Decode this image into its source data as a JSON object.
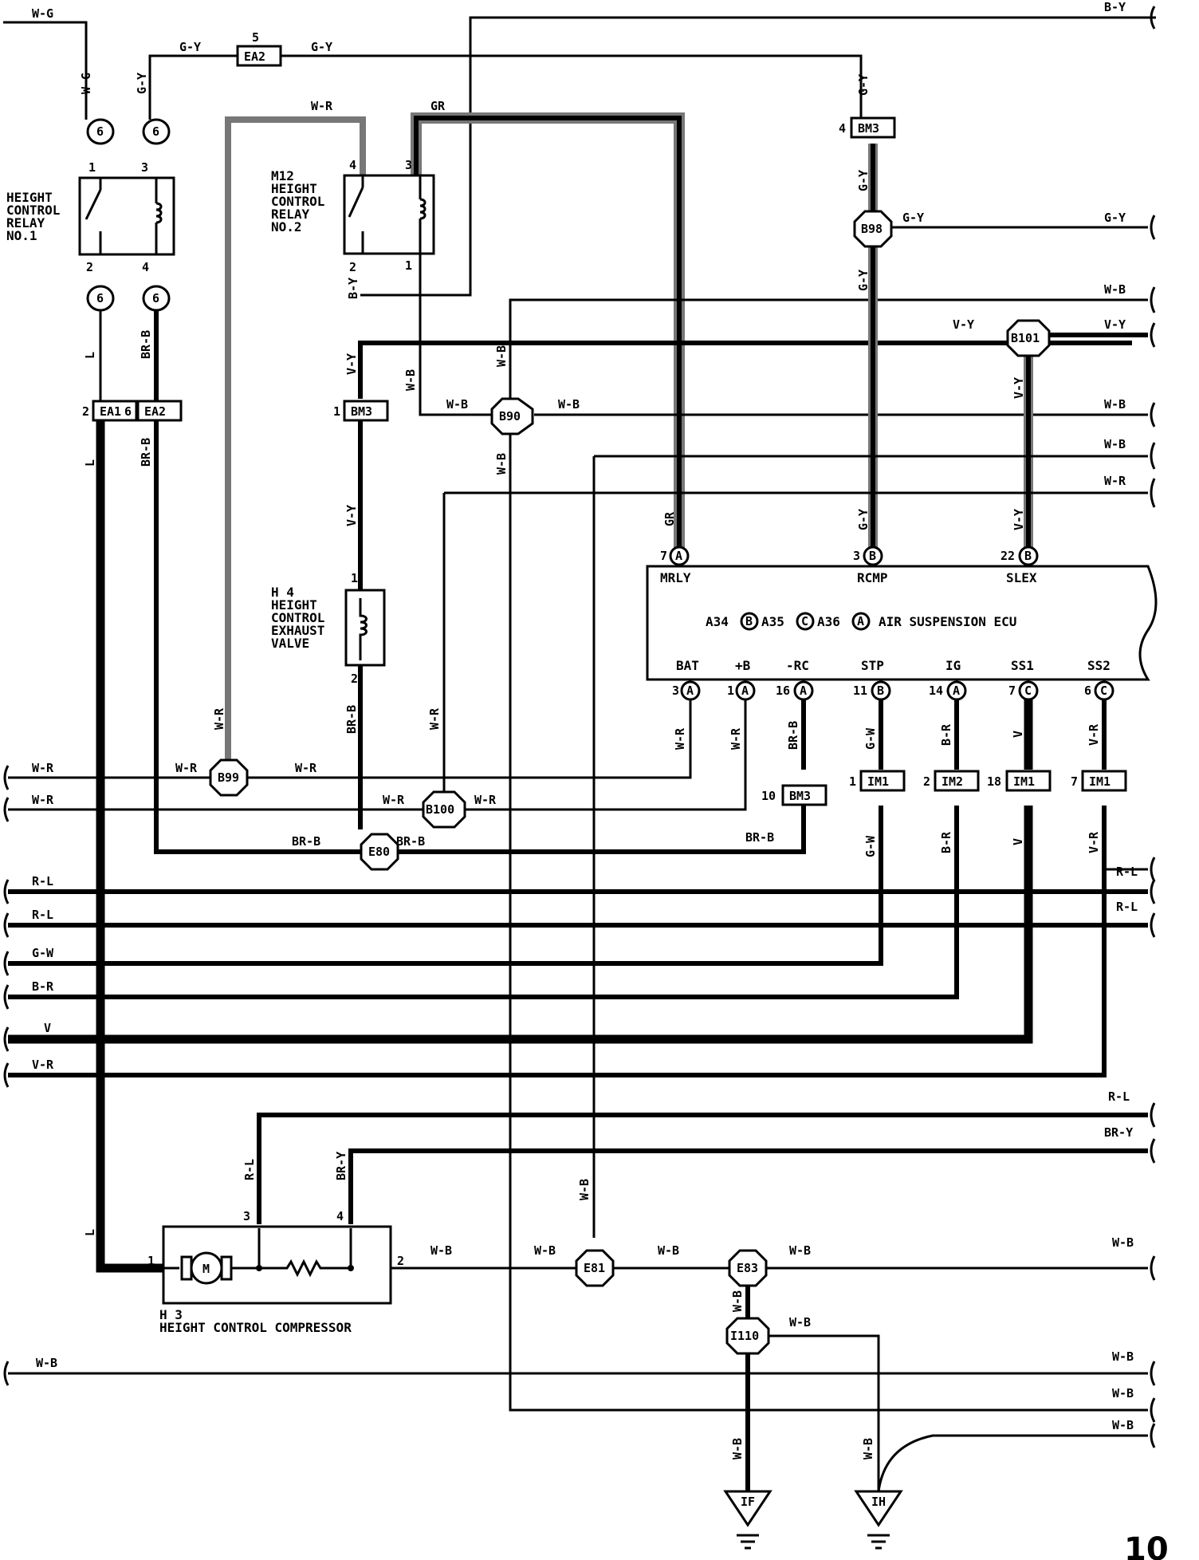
{
  "wire_colors": {
    "w_g": "W-G",
    "g_y": "G-Y",
    "w_r": "W-R",
    "gr": "GR",
    "b_y": "B-Y",
    "l": "L",
    "br_b": "BR-B",
    "v_y": "V-Y",
    "w_b": "W-B",
    "r_l": "R-L",
    "g_w": "G-W",
    "b_r": "B-R",
    "v": "V",
    "v_r": "V-R",
    "br_y": "BR-Y"
  },
  "components": {
    "relay1": [
      "HEIGHT",
      "CONTROL",
      "RELAY",
      "NO.1"
    ],
    "relay2": [
      "M12",
      "HEIGHT",
      "CONTROL",
      "RELAY",
      "NO.2"
    ],
    "exhaust_valve": [
      "H 4",
      "HEIGHT",
      "CONTROL",
      "EXHAUST",
      "VALVE"
    ],
    "compressor": [
      "H 3",
      "HEIGHT CONTROL COMPRESSOR"
    ],
    "motor_symbol": "M"
  },
  "ecu": {
    "title": "AIR SUSPENSION ECU",
    "connectors_text": [
      "A34",
      "B",
      "A35",
      "C",
      "A36",
      "A"
    ],
    "top_terminals": [
      {
        "pin": "7",
        "conn": "A",
        "name": "MRLY"
      },
      {
        "pin": "3",
        "conn": "B",
        "name": "RCMP"
      },
      {
        "pin": "22",
        "conn": "B",
        "name": "SLEX"
      }
    ],
    "bottom_terminals": [
      {
        "pin": "3",
        "conn": "A",
        "name": "BAT"
      },
      {
        "pin": "1",
        "conn": "A",
        "name": "+B"
      },
      {
        "pin": "16",
        "conn": "A",
        "name": "-RC"
      },
      {
        "pin": "11",
        "conn": "B",
        "name": "STP"
      },
      {
        "pin": "14",
        "conn": "A",
        "name": "IG"
      },
      {
        "pin": "7",
        "conn": "C",
        "name": "SS1"
      },
      {
        "pin": "6",
        "conn": "C",
        "name": "SS2"
      }
    ]
  },
  "connectors": {
    "ea2_top": {
      "pin": "5",
      "name": "EA2"
    },
    "bm3_top": {
      "pin": "4",
      "name": "BM3"
    },
    "ea1": {
      "pin": "2",
      "name": "EA1"
    },
    "ea2": {
      "pin": "6",
      "name": "EA2"
    },
    "bm3_valve": {
      "pin": "1",
      "name": "BM3"
    },
    "bm3_rc": {
      "pin": "10",
      "name": "BM3"
    },
    "im1_a": {
      "pin": "1",
      "name": "IM1"
    },
    "im2": {
      "pin": "2",
      "name": "IM2"
    },
    "im1_b": {
      "pin": "18",
      "name": "IM1"
    },
    "im1_c": {
      "pin": "7",
      "name": "IM1"
    }
  },
  "circles_6": "6",
  "pins": {
    "r1_1": "1",
    "r1_3": "3",
    "r1_2": "2",
    "r1_4": "4",
    "r2_4": "4",
    "r2_3": "3",
    "r2_2": "2",
    "r2_1": "1",
    "h4_1": "1",
    "h4_2": "2",
    "h3_1": "1",
    "h3_3": "3",
    "h3_4": "4",
    "h3_2": "2"
  },
  "splices": {
    "b98": "B98",
    "b101": "B101",
    "b90": "B90",
    "b99": "B99",
    "b100": "B100",
    "e80": "E80",
    "e81": "E81",
    "e83": "E83",
    "i110": "I110"
  },
  "grounds": {
    "if": "IF",
    "ih": "IH"
  },
  "page_number": "10"
}
